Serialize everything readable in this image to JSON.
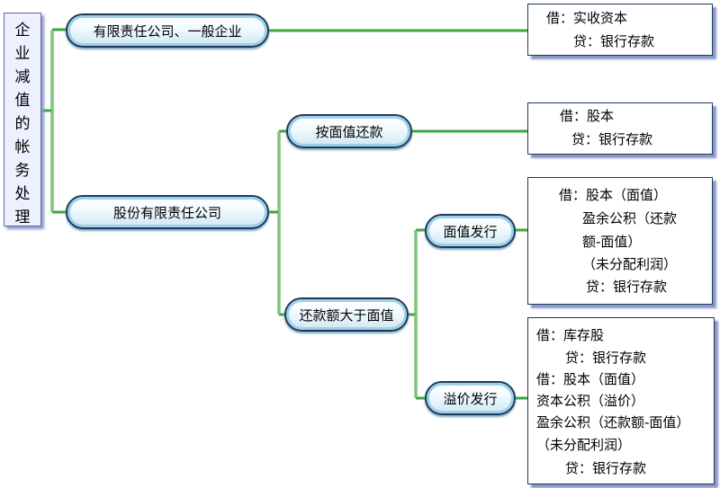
{
  "root": {
    "label": "企业减值的帐务处理"
  },
  "nodes": {
    "llc": "有限责任公司、一般企业",
    "jsc": "股份有限责任公司",
    "par_repay": "按面值还款",
    "above_par": "还款额大于面值",
    "par_issue": "面值发行",
    "premium_issue": "溢价发行"
  },
  "entries": {
    "llc": [
      "借：实收资本",
      "贷：银行存款"
    ],
    "par_repay": [
      "借：股本",
      "贷：银行存款"
    ],
    "par_issue": [
      "借：股本（面值）",
      "盈余公积（还款",
      "额-面值）",
      "（未分配利润）",
      "贷：银行存款"
    ],
    "premium_issue": [
      "借：库存股",
      "贷：银行存款",
      "借：股本（面值）",
      "资本公积（溢价）",
      "盈余公积（还款额-面值）",
      "（未分配利润）",
      "贷：银行存款"
    ]
  }
}
